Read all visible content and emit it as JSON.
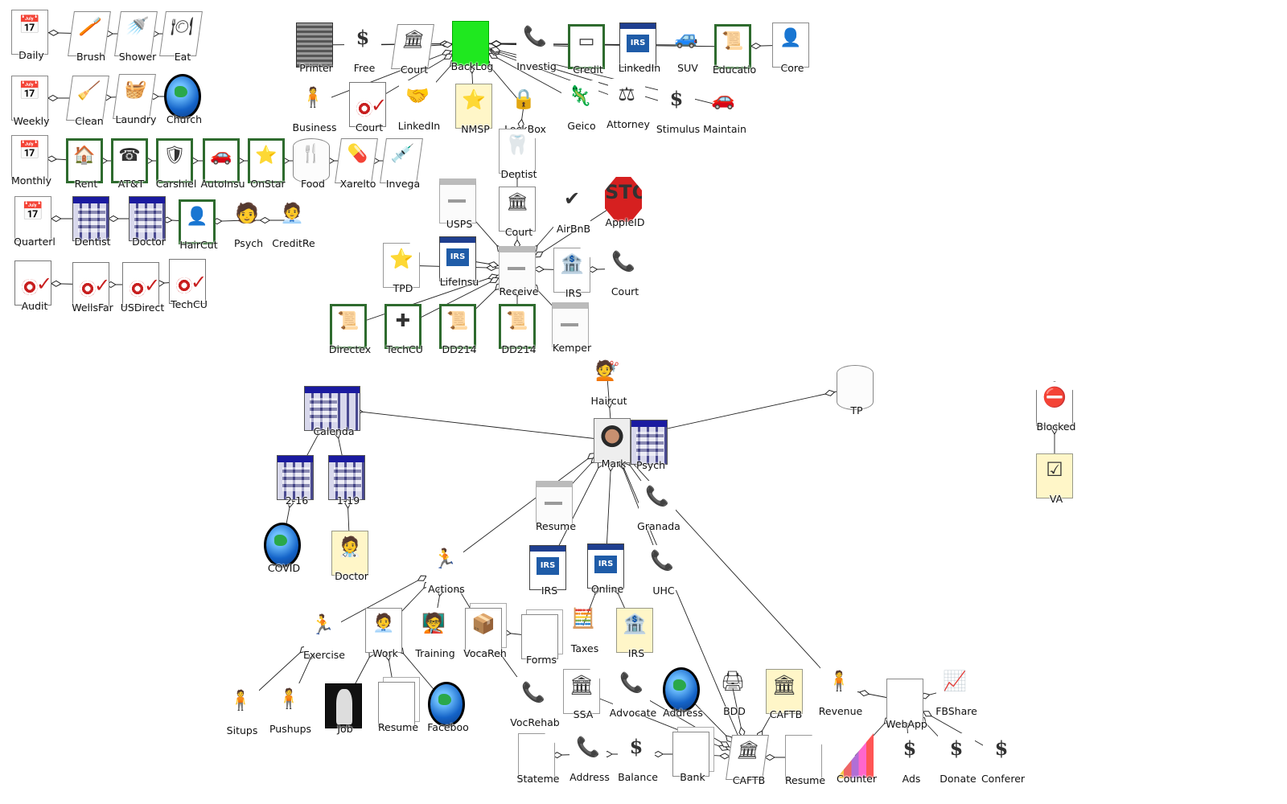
{
  "nodes": [
    {
      "id": "daily",
      "label": "Daily",
      "kind": "box",
      "glyph": "📅"
    },
    {
      "id": "brush",
      "label": "Brush",
      "kind": "slant",
      "glyph": "🪥"
    },
    {
      "id": "shower",
      "label": "Shower",
      "kind": "slant",
      "glyph": "🚿"
    },
    {
      "id": "eat",
      "label": "Eat",
      "kind": "slant",
      "glyph": "🍽"
    },
    {
      "id": "weekly",
      "label": "Weekly",
      "kind": "box",
      "glyph": "📅"
    },
    {
      "id": "clean",
      "label": "Clean",
      "kind": "slant",
      "glyph": "🧹"
    },
    {
      "id": "laundry",
      "label": "Laundry",
      "kind": "slant",
      "glyph": "🧺"
    },
    {
      "id": "church",
      "label": "Church",
      "kind": "globe",
      "glyph": ""
    },
    {
      "id": "monthly",
      "label": "Monthly",
      "kind": "box",
      "glyph": "📅"
    },
    {
      "id": "rent",
      "label": "Rent",
      "kind": "gbox",
      "glyph": "🏠"
    },
    {
      "id": "att",
      "label": "AT&T",
      "kind": "gbox",
      "glyph": "☎"
    },
    {
      "id": "carshield",
      "label": "Carshiel",
      "kind": "gbox",
      "glyph": "🛡"
    },
    {
      "id": "autoins",
      "label": "AutoInsu",
      "kind": "gbox",
      "glyph": "🚗"
    },
    {
      "id": "onstar",
      "label": "OnStar",
      "kind": "gbox",
      "glyph": "⭐"
    },
    {
      "id": "food",
      "label": "Food",
      "kind": "cyl",
      "glyph": "🍴"
    },
    {
      "id": "xarelto",
      "label": "Xarelto",
      "kind": "slant",
      "glyph": "💊"
    },
    {
      "id": "invega",
      "label": "Invega",
      "kind": "slant",
      "glyph": "💉"
    },
    {
      "id": "quarterly",
      "label": "Quarterl",
      "kind": "box",
      "glyph": "📅"
    },
    {
      "id": "dentist_q",
      "label": "Dentist",
      "kind": "cal",
      "glyph": ""
    },
    {
      "id": "doctor_q",
      "label": "Doctor",
      "kind": "cal",
      "glyph": ""
    },
    {
      "id": "haircut_q",
      "label": "HairCut",
      "kind": "gbox",
      "glyph": "👤"
    },
    {
      "id": "psych_q",
      "label": "Psych",
      "kind": "plain",
      "glyph": "🧑"
    },
    {
      "id": "creditre",
      "label": "CreditRe",
      "kind": "plain",
      "glyph": "🧑‍💼"
    },
    {
      "id": "audit",
      "label": "Audit",
      "kind": "target",
      "glyph": ""
    },
    {
      "id": "wellsfar",
      "label": "WellsFar",
      "kind": "target",
      "glyph": ""
    },
    {
      "id": "usdirect",
      "label": "USDirect",
      "kind": "target",
      "glyph": ""
    },
    {
      "id": "techcu_a",
      "label": "TechCU",
      "kind": "target",
      "glyph": ""
    },
    {
      "id": "printer",
      "label": "Printer",
      "kind": "stack",
      "glyph": ""
    },
    {
      "id": "free",
      "label": "Free",
      "kind": "dollar",
      "glyph": "$"
    },
    {
      "id": "court_top",
      "label": "Court",
      "kind": "slant",
      "glyph": "🏛"
    },
    {
      "id": "backlog",
      "label": "BackLog",
      "kind": "green",
      "glyph": ""
    },
    {
      "id": "investig",
      "label": "Investig",
      "kind": "phone",
      "glyph": "📞"
    },
    {
      "id": "credit",
      "label": "Credit",
      "kind": "gbox",
      "glyph": "▭"
    },
    {
      "id": "linkedin_top",
      "label": "LinkedIn",
      "kind": "irs",
      "glyph": ""
    },
    {
      "id": "suv",
      "label": "SUV",
      "kind": "plain",
      "glyph": "🚙"
    },
    {
      "id": "educatio",
      "label": "Educatio",
      "kind": "gbox",
      "glyph": "📜"
    },
    {
      "id": "core",
      "label": "Core",
      "kind": "box",
      "glyph": "👤"
    },
    {
      "id": "business",
      "label": "Business",
      "kind": "person",
      "glyph": "🧍"
    },
    {
      "id": "court_2",
      "label": "Court",
      "kind": "target",
      "glyph": ""
    },
    {
      "id": "linkedin_2",
      "label": "LinkedIn",
      "kind": "person",
      "glyph": "🤝"
    },
    {
      "id": "nmsp",
      "label": "NMSP",
      "kind": "sticky",
      "glyph": "⭐"
    },
    {
      "id": "lockbox",
      "label": "LockBox",
      "kind": "plain",
      "glyph": "🔒"
    },
    {
      "id": "geico",
      "label": "Geico",
      "kind": "person",
      "glyph": "🦎"
    },
    {
      "id": "attorney",
      "label": "Attorney",
      "kind": "person",
      "glyph": "⚖"
    },
    {
      "id": "stimulus",
      "label": "Stimulus",
      "kind": "dollar",
      "glyph": "$"
    },
    {
      "id": "maintain",
      "label": "Maintain",
      "kind": "plain",
      "glyph": "🚗"
    },
    {
      "id": "dentist_c",
      "label": "Dentist",
      "kind": "doc",
      "glyph": "🦷"
    },
    {
      "id": "usps",
      "label": "USPS",
      "kind": "env",
      "glyph": ""
    },
    {
      "id": "court_c",
      "label": "Court",
      "kind": "box",
      "glyph": "🏛"
    },
    {
      "id": "airbnb",
      "label": "AirBnB",
      "kind": "check",
      "glyph": "✔"
    },
    {
      "id": "appleid",
      "label": "AppleID",
      "kind": "stop",
      "glyph": "STOP"
    },
    {
      "id": "tpd",
      "label": "TPD",
      "kind": "doc",
      "glyph": "⭐"
    },
    {
      "id": "lifeinsu",
      "label": "LifeInsu",
      "kind": "irs",
      "glyph": ""
    },
    {
      "id": "receive",
      "label": "Receive",
      "kind": "env",
      "glyph": ""
    },
    {
      "id": "irs_c",
      "label": "IRS",
      "kind": "doc",
      "glyph": "🏦"
    },
    {
      "id": "court_ph",
      "label": "Court",
      "kind": "phone",
      "glyph": "📞"
    },
    {
      "id": "directex",
      "label": "Directex",
      "kind": "gbox",
      "glyph": "📜"
    },
    {
      "id": "techcu_c",
      "label": "TechCU",
      "kind": "gbox",
      "glyph": "✚"
    },
    {
      "id": "dd214_a",
      "label": "DD214",
      "kind": "gbox",
      "glyph": "📜"
    },
    {
      "id": "dd214_b",
      "label": "DD214",
      "kind": "gbox",
      "glyph": "📜"
    },
    {
      "id": "kemper",
      "label": "Kemper",
      "kind": "env",
      "glyph": ""
    },
    {
      "id": "haircut_m",
      "label": "Haircut",
      "kind": "plain",
      "glyph": "💇"
    },
    {
      "id": "tp",
      "label": "TP",
      "kind": "cyl",
      "glyph": ""
    },
    {
      "id": "blocked",
      "label": "Blocked",
      "kind": "shield",
      "glyph": "⛔"
    },
    {
      "id": "va",
      "label": "VA",
      "kind": "sticky",
      "glyph": "☑"
    },
    {
      "id": "calendar",
      "label": "Calenda",
      "kind": "cal",
      "glyph": ""
    },
    {
      "id": "mark",
      "label": "Mark",
      "kind": "photo",
      "glyph": ""
    },
    {
      "id": "psych_m",
      "label": "Psych",
      "kind": "cal",
      "glyph": ""
    },
    {
      "id": "d216",
      "label": "2-16",
      "kind": "cal",
      "glyph": ""
    },
    {
      "id": "d119",
      "label": "1-19",
      "kind": "cal",
      "glyph": ""
    },
    {
      "id": "covid",
      "label": "COVID",
      "kind": "globe",
      "glyph": ""
    },
    {
      "id": "doctor_m",
      "label": "Doctor",
      "kind": "sticky",
      "glyph": "🧑‍⚕"
    },
    {
      "id": "resume_m",
      "label": "Resume",
      "kind": "env",
      "glyph": ""
    },
    {
      "id": "granada",
      "label": "Granada",
      "kind": "phone",
      "glyph": "📞"
    },
    {
      "id": "irs_m",
      "label": "IRS",
      "kind": "irs",
      "glyph": ""
    },
    {
      "id": "online",
      "label": "Online",
      "kind": "irs",
      "glyph": ""
    },
    {
      "id": "uhc",
      "label": "UHC",
      "kind": "phone",
      "glyph": "📞"
    },
    {
      "id": "actions",
      "label": "Actions",
      "kind": "person",
      "glyph": "🏃"
    },
    {
      "id": "exercise",
      "label": "Exercise",
      "kind": "person",
      "glyph": "🏃"
    },
    {
      "id": "work",
      "label": "Work",
      "kind": "box",
      "glyph": "🧑‍💼"
    },
    {
      "id": "training",
      "label": "Training",
      "kind": "person",
      "glyph": "🧑‍🏫"
    },
    {
      "id": "vocareh",
      "label": "VocaReh",
      "kind": "pair",
      "glyph": "📦"
    },
    {
      "id": "forms",
      "label": "Forms",
      "kind": "pair",
      "glyph": ""
    },
    {
      "id": "taxes",
      "label": "Taxes",
      "kind": "plain",
      "glyph": "🧮"
    },
    {
      "id": "irs_b",
      "label": "IRS",
      "kind": "sticky",
      "glyph": "🏦"
    },
    {
      "id": "situps",
      "label": "Situps",
      "kind": "person",
      "glyph": "🧍"
    },
    {
      "id": "pushups",
      "label": "Pushups",
      "kind": "person",
      "glyph": "🧍"
    },
    {
      "id": "job",
      "label": "Job",
      "kind": "dark",
      "glyph": ""
    },
    {
      "id": "resume_w",
      "label": "Resume",
      "kind": "pair",
      "glyph": ""
    },
    {
      "id": "facebook",
      "label": "Faceboo",
      "kind": "globe",
      "glyph": ""
    },
    {
      "id": "vocrehab_ph",
      "label": "VocRehab",
      "kind": "phone",
      "glyph": "📞"
    },
    {
      "id": "ssa",
      "label": "SSA",
      "kind": "doc",
      "glyph": "🏛"
    },
    {
      "id": "advocate",
      "label": "Advocate",
      "kind": "phone",
      "glyph": "📞"
    },
    {
      "id": "address_g",
      "label": "Address",
      "kind": "globe",
      "glyph": ""
    },
    {
      "id": "bdd",
      "label": "BDD",
      "kind": "plain",
      "glyph": "🖨"
    },
    {
      "id": "caftb_b",
      "label": "CAFTB",
      "kind": "sticky",
      "glyph": "🏛"
    },
    {
      "id": "revenue",
      "label": "Revenue",
      "kind": "person",
      "glyph": "🧍"
    },
    {
      "id": "webapp",
      "label": "WebApp",
      "kind": "box",
      "glyph": ""
    },
    {
      "id": "fbshare",
      "label": "FBShare",
      "kind": "person",
      "glyph": "📈"
    },
    {
      "id": "statement",
      "label": "Stateme",
      "kind": "doc",
      "glyph": ""
    },
    {
      "id": "address_ph",
      "label": "Address",
      "kind": "phone",
      "glyph": "📞"
    },
    {
      "id": "balance",
      "label": "Balance",
      "kind": "dollar",
      "glyph": "$"
    },
    {
      "id": "bank",
      "label": "Bank",
      "kind": "pair",
      "glyph": ""
    },
    {
      "id": "caftb",
      "label": "CAFTB",
      "kind": "slant",
      "glyph": "🏛"
    },
    {
      "id": "resume_b",
      "label": "Resume",
      "kind": "doc",
      "glyph": ""
    },
    {
      "id": "counter",
      "label": "Counter",
      "kind": "barchart",
      "glyph": ""
    },
    {
      "id": "ads",
      "label": "Ads",
      "kind": "dollar",
      "glyph": "$"
    },
    {
      "id": "donate",
      "label": "Donate",
      "kind": "dollar",
      "glyph": "$"
    },
    {
      "id": "conference",
      "label": "Conferer",
      "kind": "dollar",
      "glyph": "$"
    }
  ],
  "edges": [
    [
      "daily",
      "brush"
    ],
    [
      "brush",
      "shower"
    ],
    [
      "shower",
      "eat"
    ],
    [
      "weekly",
      "clean"
    ],
    [
      "clean",
      "laundry"
    ],
    [
      "laundry",
      "church"
    ],
    [
      "monthly",
      "rent"
    ],
    [
      "rent",
      "att"
    ],
    [
      "att",
      "carshield"
    ],
    [
      "carshield",
      "autoins"
    ],
    [
      "autoins",
      "onstar"
    ],
    [
      "onstar",
      "food"
    ],
    [
      "food",
      "xarelto"
    ],
    [
      "xarelto",
      "invega"
    ],
    [
      "quarterly",
      "dentist_q"
    ],
    [
      "dentist_q",
      "doctor_q"
    ],
    [
      "doctor_q",
      "haircut_q"
    ],
    [
      "haircut_q",
      "psych_q"
    ],
    [
      "psych_q",
      "creditre"
    ],
    [
      "audit",
      "wellsfar"
    ],
    [
      "wellsfar",
      "usdirect"
    ],
    [
      "usdirect",
      "techcu_a"
    ],
    [
      "backlog",
      "printer"
    ],
    [
      "backlog",
      "free"
    ],
    [
      "backlog",
      "court_top"
    ],
    [
      "backlog",
      "investig"
    ],
    [
      "backlog",
      "credit"
    ],
    [
      "backlog",
      "linkedin_top"
    ],
    [
      "backlog",
      "suv"
    ],
    [
      "backlog",
      "educatio"
    ],
    [
      "educatio",
      "core"
    ],
    [
      "backlog",
      "business"
    ],
    [
      "backlog",
      "court_2"
    ],
    [
      "backlog",
      "linkedin_2"
    ],
    [
      "backlog",
      "nmsp"
    ],
    [
      "backlog",
      "lockbox"
    ],
    [
      "backlog",
      "geico"
    ],
    [
      "backlog",
      "attorney"
    ],
    [
      "backlog",
      "stimulus"
    ],
    [
      "backlog",
      "maintain"
    ],
    [
      "lockbox",
      "dentist_c"
    ],
    [
      "dentist_c",
      "court_c"
    ],
    [
      "receive",
      "usps"
    ],
    [
      "receive",
      "court_c"
    ],
    [
      "receive",
      "airbnb"
    ],
    [
      "receive",
      "appleid"
    ],
    [
      "receive",
      "tpd"
    ],
    [
      "receive",
      "lifeinsu"
    ],
    [
      "receive",
      "irs_c"
    ],
    [
      "irs_c",
      "court_ph"
    ],
    [
      "receive",
      "directex"
    ],
    [
      "receive",
      "techcu_c"
    ],
    [
      "receive",
      "dd214_a"
    ],
    [
      "receive",
      "dd214_b"
    ],
    [
      "receive",
      "kemper"
    ],
    [
      "haircut_m",
      "mark"
    ],
    [
      "tp",
      "mark"
    ],
    [
      "calendar",
      "mark"
    ],
    [
      "mark",
      "psych_m"
    ],
    [
      "calendar",
      "d216"
    ],
    [
      "calendar",
      "d119"
    ],
    [
      "d216",
      "covid"
    ],
    [
      "d119",
      "doctor_m"
    ],
    [
      "blocked",
      "va"
    ],
    [
      "mark",
      "resume_m"
    ],
    [
      "mark",
      "granada"
    ],
    [
      "mark",
      "irs_m"
    ],
    [
      "mark",
      "online"
    ],
    [
      "mark",
      "uhc"
    ],
    [
      "mark",
      "actions"
    ],
    [
      "mark",
      "caftb"
    ],
    [
      "mark",
      "revenue"
    ],
    [
      "online",
      "taxes"
    ],
    [
      "online",
      "irs_b"
    ],
    [
      "actions",
      "exercise"
    ],
    [
      "actions",
      "work"
    ],
    [
      "actions",
      "training"
    ],
    [
      "actions",
      "vocareh"
    ],
    [
      "vocareh",
      "forms"
    ],
    [
      "vocareh",
      "vocrehab_ph"
    ],
    [
      "exercise",
      "situps"
    ],
    [
      "exercise",
      "pushups"
    ],
    [
      "work",
      "job"
    ],
    [
      "work",
      "resume_w"
    ],
    [
      "work",
      "facebook"
    ],
    [
      "caftb",
      "ssa"
    ],
    [
      "caftb",
      "advocate"
    ],
    [
      "caftb",
      "address_g"
    ],
    [
      "caftb",
      "bdd"
    ],
    [
      "caftb",
      "caftb_b"
    ],
    [
      "caftb",
      "bank"
    ],
    [
      "caftb",
      "resume_b"
    ],
    [
      "statement",
      "address_ph"
    ],
    [
      "address_ph",
      "balance"
    ],
    [
      "balance",
      "bank"
    ],
    [
      "revenue",
      "webapp"
    ],
    [
      "webapp",
      "fbshare"
    ],
    [
      "webapp",
      "counter"
    ],
    [
      "webapp",
      "ads"
    ],
    [
      "webapp",
      "donate"
    ],
    [
      "webapp",
      "conference"
    ]
  ]
}
